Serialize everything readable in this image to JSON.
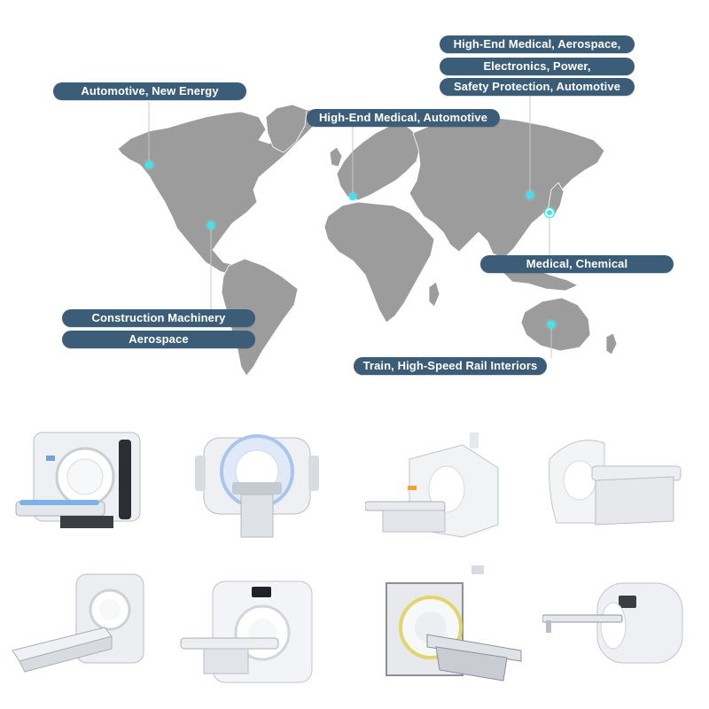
{
  "map": {
    "labels": [
      {
        "id": "north-america",
        "text": "Automotive, New Energy"
      },
      {
        "id": "europe",
        "text": "High-End Medical, Automotive"
      },
      {
        "id": "east-asia-1",
        "text": "High-End Medical, Aerospace,"
      },
      {
        "id": "east-asia-2",
        "text": "Electronics, Power,"
      },
      {
        "id": "east-asia-3",
        "text": "Safety Protection, Automotive"
      },
      {
        "id": "japan",
        "text": "Medical, Chemical"
      },
      {
        "id": "south-america-1",
        "text": "Construction Machinery"
      },
      {
        "id": "south-america-2",
        "text": "Aerospace"
      },
      {
        "id": "australia",
        "text": "Train, High-Speed Rail Interiors"
      }
    ],
    "colors": {
      "land": "#9c9c9c",
      "tag_bg": "#3b5d78",
      "tag_text": "#ffffff",
      "marker": "#3ee3ef"
    }
  },
  "products": {
    "items": [
      {
        "id": "ct-scanner-1",
        "icon": "ct-scanner-icon"
      },
      {
        "id": "ct-scanner-2",
        "icon": "ct-scanner-icon"
      },
      {
        "id": "mri-scanner-1",
        "icon": "mri-scanner-icon"
      },
      {
        "id": "ct-scanner-3",
        "icon": "ct-scanner-icon"
      },
      {
        "id": "ct-scanner-4",
        "icon": "ct-scanner-icon"
      },
      {
        "id": "ct-scanner-5",
        "icon": "ct-scanner-icon"
      },
      {
        "id": "c-arm-scanner",
        "icon": "c-arm-scanner-icon"
      },
      {
        "id": "mri-scanner-2",
        "icon": "mri-scanner-icon"
      }
    ]
  }
}
